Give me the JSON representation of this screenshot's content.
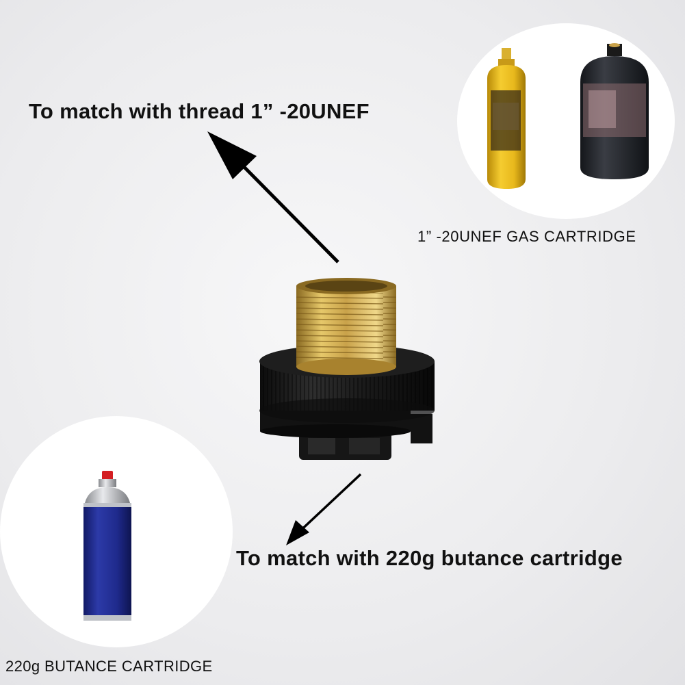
{
  "labels": {
    "top_arrow_text": "To  match with thread 1” -20UNEF",
    "bottom_arrow_text": "To match with 220g butance cartridge",
    "top_cartridge_caption": "1” -20UNEF GAS CARTRIDGE",
    "bottom_cartridge_caption": "220g BUTANCE CARTRIDGE"
  },
  "colors": {
    "brass": "#c9a24a",
    "black_collar": "#1a1a1a",
    "yellow_cartridge": "#e8b81c",
    "dark_cartridge": "#2a2c30",
    "blue_can": "#1f2a8c",
    "red_cap": "#d41e22"
  }
}
